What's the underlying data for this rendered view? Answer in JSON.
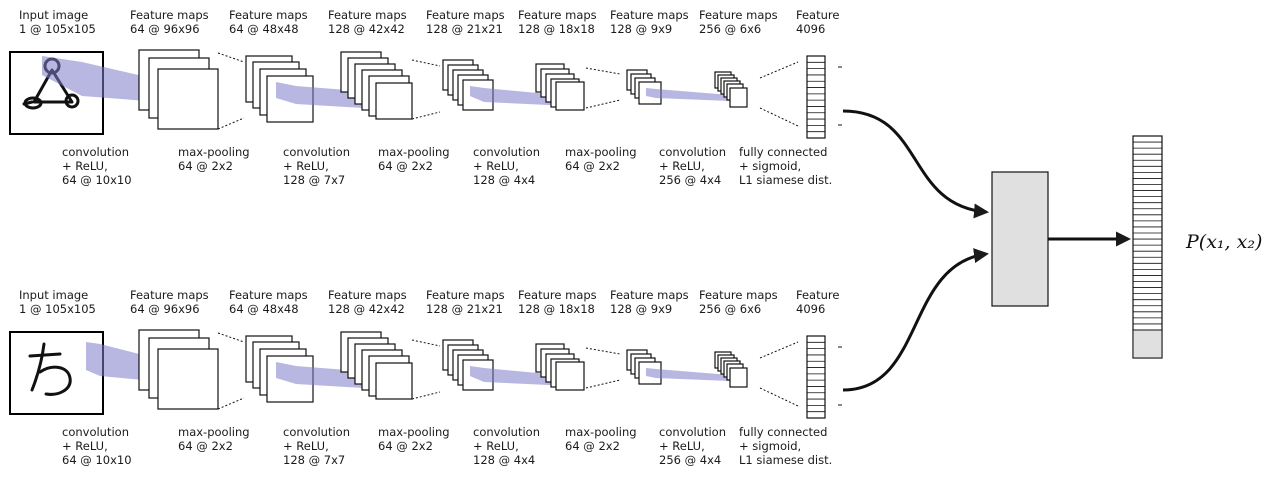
{
  "networks": [
    {
      "id": "top",
      "header_labels": [
        [
          "Input image",
          "1 @ 105x105"
        ],
        [
          "Feature maps",
          "64 @ 96x96"
        ],
        [
          "Feature maps",
          "64 @ 48x48"
        ],
        [
          "Feature maps",
          "128 @ 42x42"
        ],
        [
          "Feature maps",
          "128 @ 21x21"
        ],
        [
          "Feature maps",
          "128 @ 18x18"
        ],
        [
          "Feature maps",
          "128 @ 9x9"
        ],
        [
          "Feature maps",
          "256 @ 6x6"
        ],
        [
          "Feature",
          "4096"
        ]
      ],
      "op_labels": [
        [
          "convolution",
          "+ ReLU,",
          "64 @ 10x10"
        ],
        [
          "max-pooling",
          "64 @ 2x2"
        ],
        [
          "convolution",
          "+ ReLU,",
          "128 @ 7x7"
        ],
        [
          "max-pooling",
          "64 @ 2x2"
        ],
        [
          "convolution",
          "+ ReLU,",
          "128 @ 4x4"
        ],
        [
          "max-pooling",
          "64 @ 2x2"
        ],
        [
          "convolution",
          "+ ReLU,",
          "256 @ 4x4"
        ],
        [
          "fully connected",
          "+ sigmoid,",
          "L1 siamese dist."
        ]
      ],
      "input_glyph": "triangle-with-circles-character-icon"
    },
    {
      "id": "bottom",
      "header_labels": [
        [
          "Input image",
          "1 @ 105x105"
        ],
        [
          "Feature maps",
          "64 @ 96x96"
        ],
        [
          "Feature maps",
          "64 @ 48x48"
        ],
        [
          "Feature maps",
          "128 @ 42x42"
        ],
        [
          "Feature maps",
          "128 @ 21x21"
        ],
        [
          "Feature maps",
          "128 @ 18x18"
        ],
        [
          "Feature maps",
          "128 @ 9x9"
        ],
        [
          "Feature maps",
          "256 @ 6x6"
        ],
        [
          "Feature",
          "4096"
        ]
      ],
      "op_labels": [
        [
          "convolution",
          "+ ReLU,",
          "64 @ 10x10"
        ],
        [
          "max-pooling",
          "64 @ 2x2"
        ],
        [
          "convolution",
          "+ ReLU,",
          "128 @ 7x7"
        ],
        [
          "max-pooling",
          "64 @ 2x2"
        ],
        [
          "convolution",
          "+ ReLU,",
          "128 @ 4x4"
        ],
        [
          "max-pooling",
          "64 @ 2x2"
        ],
        [
          "convolution",
          "+ ReLU,",
          "256 @ 4x4"
        ],
        [
          "fully connected",
          "+ sigmoid,",
          "L1 siamese dist."
        ]
      ],
      "input_glyph": "hiragana-character-icon"
    }
  ],
  "output_label": "P(x₁, x₂)",
  "colors": {
    "projection_fill": "#7b7bc8",
    "distance_box_fill": "#e0e0e0",
    "stroke": "#1a1a1a"
  }
}
